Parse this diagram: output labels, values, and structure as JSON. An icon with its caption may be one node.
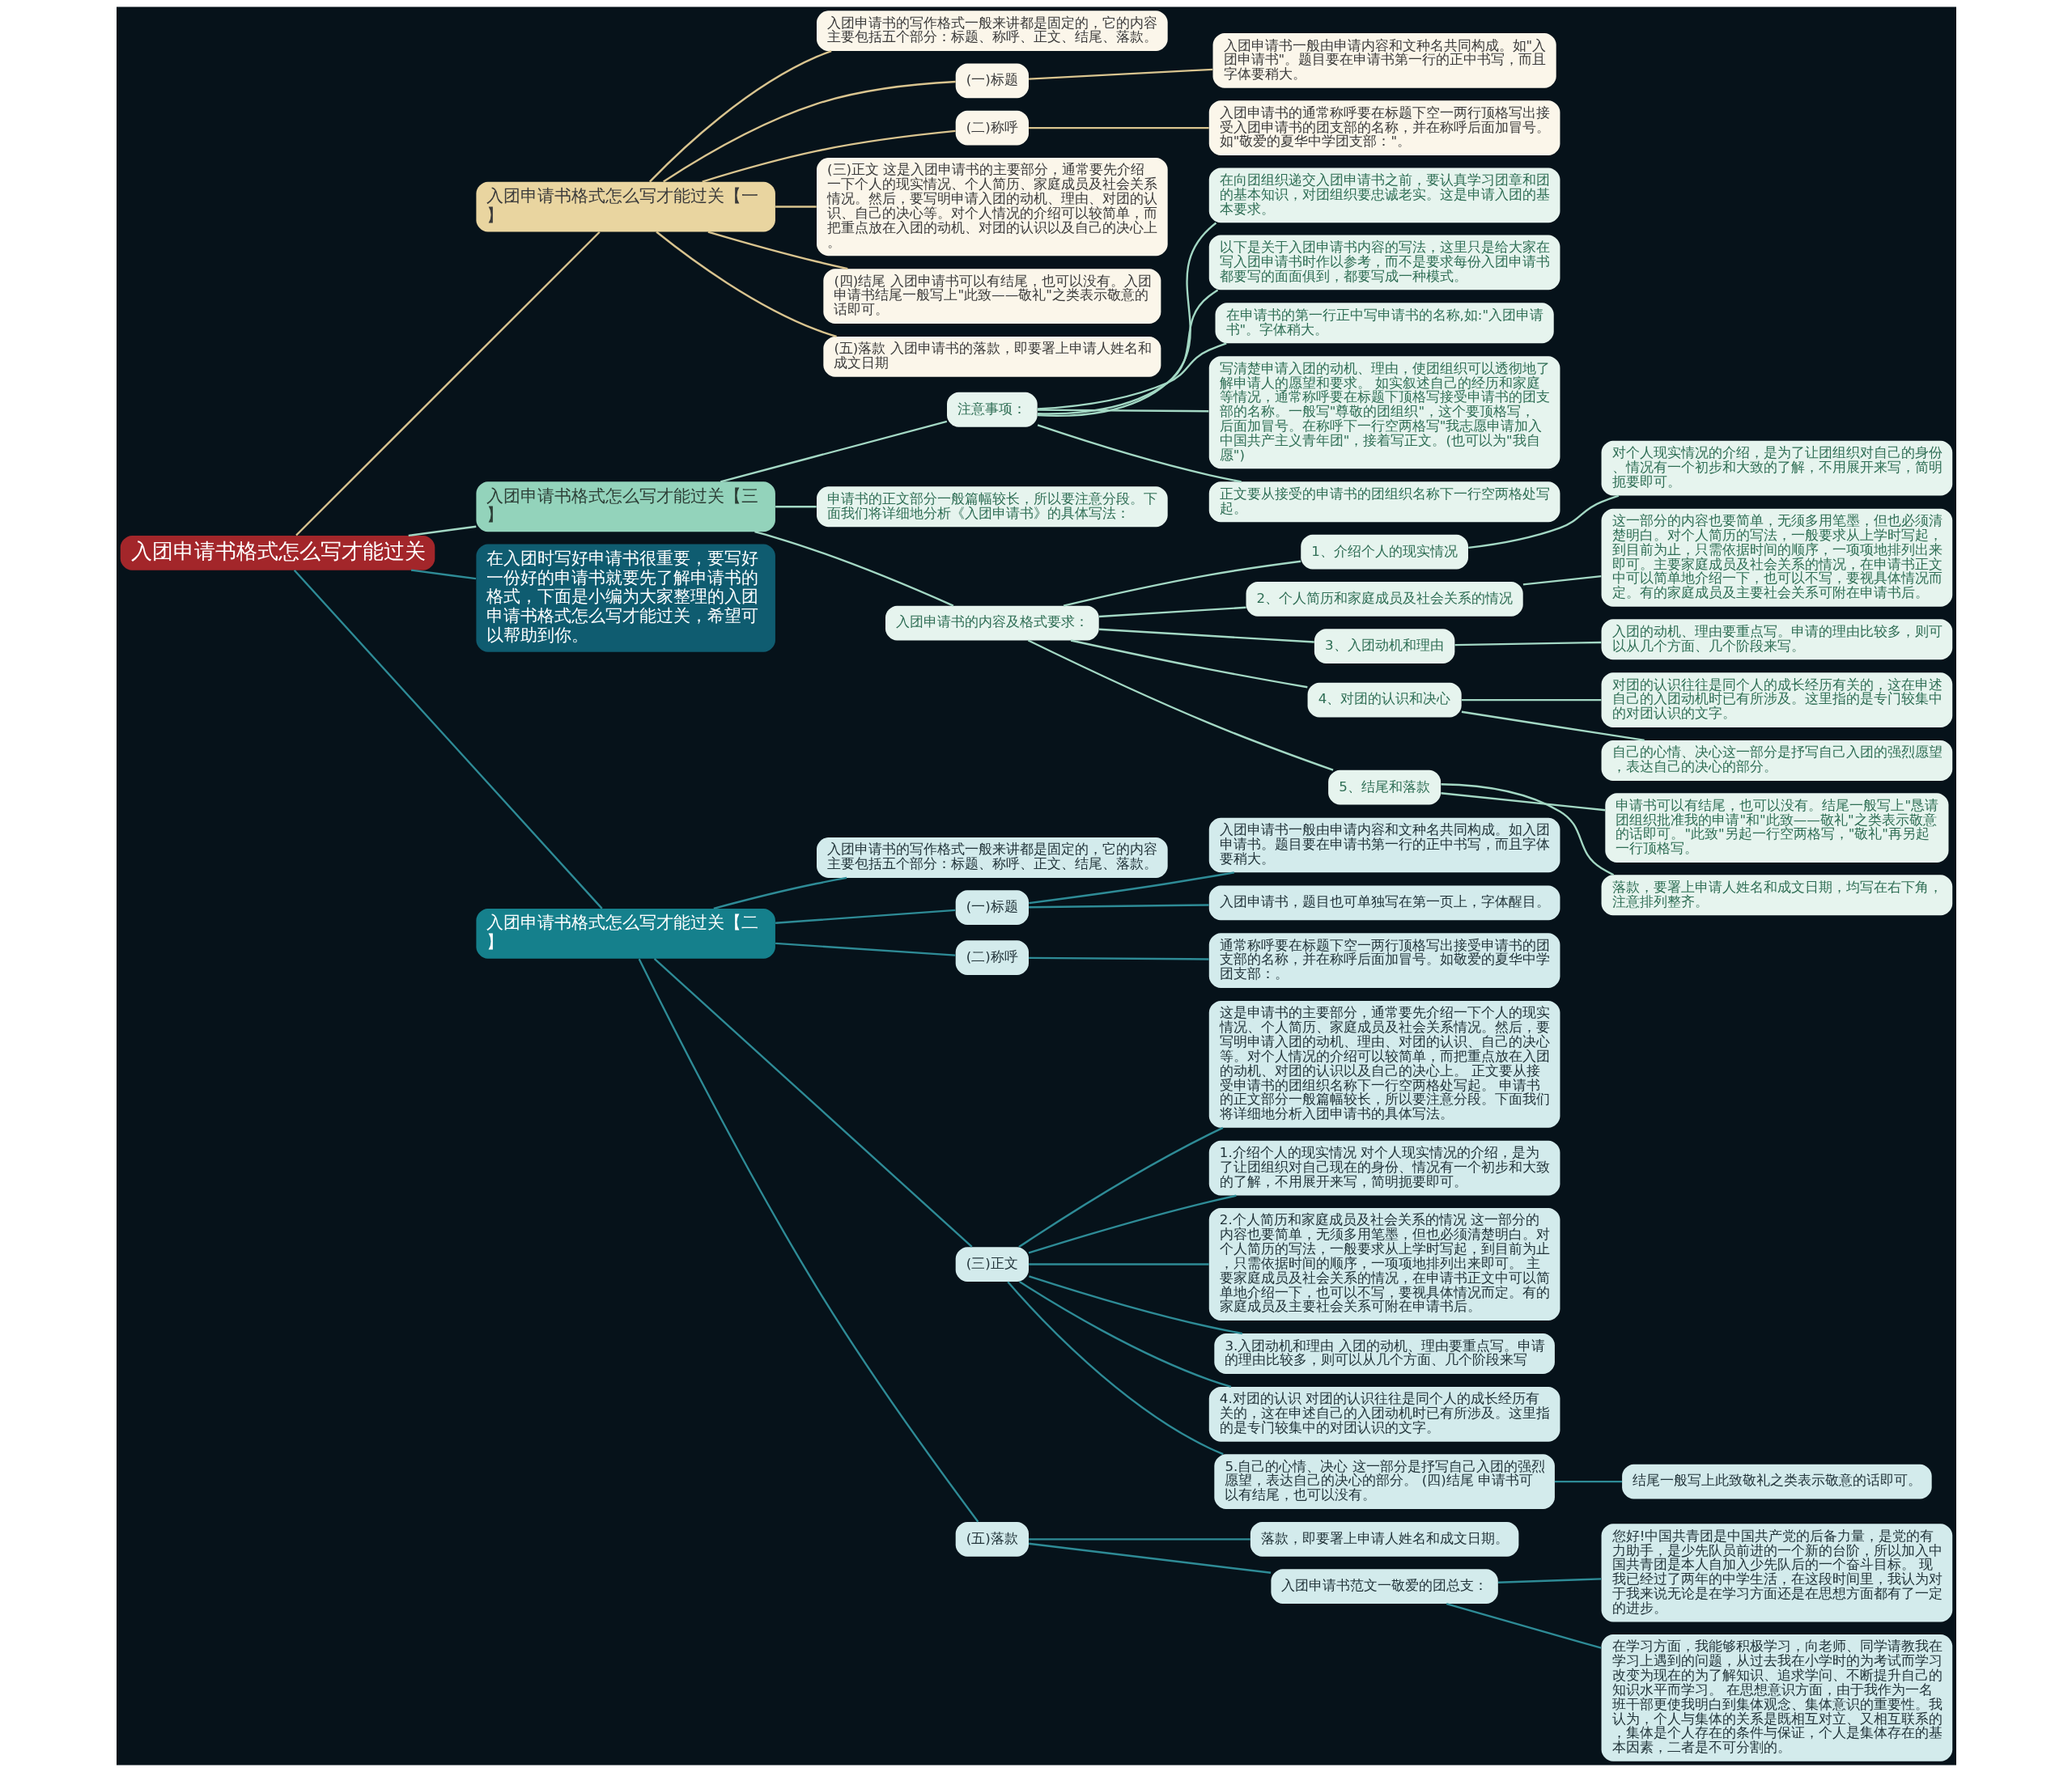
{
  "diagram": {
    "nodes": [
      {
        "text": [
          "入团申请书格式怎么写才能过关"
        ]
      },
      {
        "text": [
          "入团申请书格式怎么写才能过关【一】"
        ]
      },
      {
        "text": [
          "入团申请书的写作格式一般来讲都是固定的，它的内容主要包括五个部分：标题、称呼、正文、结尾、落款。"
        ]
      },
      {
        "text": [
          "(一)标题"
        ]
      },
      {
        "text": [
          "入团申请书一般由申请内容和文种名共同构成。如\"入团申请书\"。题目要在申请书第一行的正中书写，而且字体要稍大。"
        ]
      },
      {
        "text": [
          "(二)称呼"
        ]
      },
      {
        "text": [
          "入团申请书的通常称呼要在标题下空一两行顶格写出接受入团申请书的团支部的名称，并在称呼后面加冒号。如\"敬爱的夏华中学团支部：\"。"
        ]
      },
      {
        "text": [
          "(三)正文 这是入团申请书的主要部分，通常要先介绍一下个人的现实情况、个人简历、家庭成员及社会关系情况。然后，要写明申请入团的动机、理由、对团的认识、自己的决心等。对个人情况的介绍可以较简单，而把重点放在入团的动机、对团的认识以及自己的决心上。"
        ]
      },
      {
        "text": [
          "(四)结尾 入团申请书可以有结尾，也可以没有。入团申请书结尾一般写上\"此致——敬礼\"之类表示敬意的话即可。"
        ]
      },
      {
        "text": [
          "(五)落款 入团申请书的落款，即要署上申请人姓名和成文日期"
        ]
      },
      {
        "text": [
          "入团申请书格式怎么写才能过关【三】"
        ]
      },
      {
        "text": [
          "注意事项："
        ]
      },
      {
        "text": [
          "在向团组织递交入团申请书之前，要认真学习团章和团的基本知识，对团组织要忠诚老实。这是申请入团的基本要求。"
        ]
      },
      {
        "text": [
          "以下是关于入团申请书内容的写法，这里只是给大家在写入团申请书时作以参考，而不是要求每份入团申请书都要写的面面俱到，都要写成一种模式。"
        ]
      },
      {
        "text": [
          "在申请书的第一行正中写申请书的名称,如:\"入团申请书\"。字体稍大。"
        ]
      },
      {
        "text": [
          "写清楚申请入团的动机、理由，使团组织可以透彻地了解申请人的愿望和要求。 如实叙述自己的经历和家庭等情况，通常称呼要在标题下顶格写接受申请书的团支部的名称。一般写\"尊敬的团组织\"，这个要顶格写，后面加冒号。在称呼下一行空两格写\"我志愿申请加入中国共产主义青年团\"，接着写正文。(也可以为\"我自愿\")"
        ]
      },
      {
        "text": [
          "正文要从接受的申请书的团组织名称下一行空两格处写起。"
        ]
      },
      {
        "text": [
          "申请书的正文部分一般篇幅较长，所以要注意分段。下面我们将详细地分析《入团申请书》的具体写法："
        ]
      },
      {
        "text": [
          "入团申请书的内容及格式要求："
        ]
      },
      {
        "text": [
          "1、介绍个人的现实情况"
        ]
      },
      {
        "text": [
          "对个人现实情况的介绍，是为了让团组织对自己的身份、情况有一个初步和大致的了解，不用展开来写，简明扼要即可。"
        ]
      },
      {
        "text": [
          "2、个人简历和家庭成员及社会关系的情况"
        ]
      },
      {
        "text": [
          "这一部分的内容也要简单，无须多用笔墨，但也必须清楚明白。对个人简历的写法，一般要求从上学时写起，到目前为止，只需依据时间的顺序，一项项地排列出来即可。主要家庭成员及社会关系的情况，在申请书正文中可以简单地介绍一下，也可以不写，要视具体情况而定。有的家庭成员及主要社会关系可附在申请书后。"
        ]
      },
      {
        "text": [
          "3、入团动机和理由"
        ]
      },
      {
        "text": [
          "入团的动机、理由要重点写。申请的理由比较多，则可以从几个方面、几个阶段来写。"
        ]
      },
      {
        "text": [
          "4、对团的认识和决心"
        ]
      },
      {
        "text": [
          "对团的认识往往是同个人的成长经历有关的，这在申述自己的入团动机时已有所涉及。这里指的是专门较集中的对团认识的文字。"
        ]
      },
      {
        "text": [
          "自己的心情、决心这一部分是抒写自己入团的强烈愿望，表达自己的决心的部分。"
        ]
      },
      {
        "text": [
          "5、结尾和落款"
        ]
      },
      {
        "text": [
          "申请书可以有结尾，也可以没有。结尾一般写上\"恳请团组织批准我的申请\"和\"此致——敬礼\"之类表示敬意的话即可。\"此致\"另起一行空两格写，\"敬礼\"再另起一行顶格写。"
        ]
      },
      {
        "text": [
          "落款，要署上申请人姓名和成文日期，均写在右下角，注意排列整齐。"
        ]
      },
      {
        "text": [
          "在入团时写好申请书很重要，要写好一份好的申请书就要先了解申请书的格式，下面是小编为大家整理的入团申请书格式怎么写才能过关，希望可以帮助到你。"
        ]
      },
      {
        "text": [
          "入团申请书格式怎么写才能过关【二】"
        ]
      },
      {
        "text": [
          "入团申请书的写作格式一般来讲都是固定的，它的内容主要包括五个部分：标题、称呼、正文、结尾、落款。"
        ]
      },
      {
        "text": [
          "(一)标题"
        ]
      },
      {
        "text": [
          "入团申请书一般由申请内容和文种名共同构成。如入团申请书。题目要在申请书第一行的正中书写，而且字体要稍大。"
        ]
      },
      {
        "text": [
          "入团申请书，题目也可单独写在第一页上，字体醒目。"
        ]
      },
      {
        "text": [
          "(二)称呼"
        ]
      },
      {
        "text": [
          "通常称呼要在标题下空一两行顶格写出接受申请书的团支部的名称，并在称呼后面加冒号。如敬爱的夏华中学团支部：。"
        ]
      },
      {
        "text": [
          "(三)正文"
        ]
      },
      {
        "text": [
          "这是申请书的主要部分，通常要先介绍一下个人的现实情况、个人简历、家庭成员及社会关系情况。然后，要写明申请入团的动机、理由、对团的认识、自己的决心等。对个人情况的介绍可以较简单，而把重点放在入团的动机、对团的认识以及自己的决心上。 正文要从接受申请书的团组织名称下一行空两格处写起。 申请书的正文部分一般篇幅较长，所以要注意分段。下面我们将详细地分析入团申请书的具体写法。"
        ]
      },
      {
        "text": [
          "1.介绍个人的现实情况 对个人现实情况的介绍，是为了让团组织对自己现在的身份、情况有一个初步和大致的了解，不用展开来写，简明扼要即可。"
        ]
      },
      {
        "text": [
          "2.个人简历和家庭成员及社会关系的情况 这一部分的内容也要简单，无须多用笔墨，但也必须清楚明白。对个人简历的写法，一般要求从上学时写起，到目前为止，只需依据时间的顺序，一项项地排列出来即可。 主要家庭成员及社会关系的情况，在申请书正文中可以简单地介绍一下，也可以不写，要视具体情况而定。有的家庭成员及主要社会关系可附在申请书后。"
        ]
      },
      {
        "text": [
          "3.入团动机和理由 入团的动机、理由要重点写。申请的理由比较多，则可以从几个方面、几个阶段来写"
        ]
      },
      {
        "text": [
          "4.对团的认识 对团的认识往往是同个人的成长经历有关的，这在申述自己的入团动机时已有所涉及。这里指的是专门较集中的对团认识的文字。"
        ]
      },
      {
        "text": [
          "5.自己的心情、决心 这一部分是抒写自己入团的强烈愿望，表达自己的决心的部分。 (四)结尾 申请书可以有结尾，也可以没有。"
        ]
      },
      {
        "text": [
          "结尾一般写上此致敬礼之类表示敬意的话即可。"
        ]
      },
      {
        "text": [
          "(五)落款"
        ]
      },
      {
        "text": [
          "落款，即要署上申请人姓名和成文日期。"
        ]
      },
      {
        "text": [
          "入团申请书范文一敬爱的团总支："
        ]
      },
      {
        "text": [
          "您好!中国共青团是中国共产党的后备力量，是党的有力助手，是少先队员前进的一个新的台阶，所以加入中国共青团是本人自加入少先队后的一个奋斗目标。 现我已经过了两年的中学生活，在这段时间里，我认为对于我来说无论是在学习方面还是在思想方面都有了一定的进步。"
        ]
      },
      {
        "text": [
          "在学习方面，我能够积极学习，向老师、同学请教我在学习上遇到的问题，从过去我在小学时的为考试而学习改变为现在的为了解知识、追求学问、不断提升自己的知识水平而学习。 在思想意识方面，由于我作为一名班干部更使我明白到集体观念、集体意识的重要性。我认为，个人与集体的关系是既相互对立、又相互联系的，集体是个人存在的条件与保证，个人是集体存在的基本因素，二者是不可分割的。"
        ]
      }
    ],
    "edges": [
      {
        "from": 0,
        "to": 1,
        "arrow": "none",
        "color": "#d9c48f"
      },
      {
        "from": 1,
        "to": 2,
        "arrow": "none",
        "color": "#d9c48f"
      },
      {
        "from": 1,
        "to": 3,
        "arrow": "none",
        "color": "#d9c48f"
      },
      {
        "from": 3,
        "to": 4,
        "arrow": "none",
        "color": "#d9c48f"
      },
      {
        "from": 1,
        "to": 5,
        "arrow": "none",
        "color": "#d9c48f"
      },
      {
        "from": 5,
        "to": 6,
        "arrow": "none",
        "color": "#d9c48f"
      },
      {
        "from": 1,
        "to": 7,
        "arrow": "none",
        "color": "#d9c48f"
      },
      {
        "from": 1,
        "to": 8,
        "arrow": "none",
        "color": "#d9c48f"
      },
      {
        "from": 1,
        "to": 9,
        "arrow": "none",
        "color": "#d9c48f"
      },
      {
        "from": 0,
        "to": 10,
        "arrow": "none",
        "color": "#a3d8c4"
      },
      {
        "from": 10,
        "to": 11,
        "arrow": "none",
        "color": "#a3d8c4"
      },
      {
        "from": 11,
        "to": 12,
        "arrow": "none",
        "color": "#a3d8c4"
      },
      {
        "from": 11,
        "to": 13,
        "arrow": "none",
        "color": "#a3d8c4"
      },
      {
        "from": 11,
        "to": 14,
        "arrow": "none",
        "color": "#a3d8c4"
      },
      {
        "from": 11,
        "to": 15,
        "arrow": "none",
        "color": "#a3d8c4"
      },
      {
        "from": 11,
        "to": 16,
        "arrow": "none",
        "color": "#a3d8c4"
      },
      {
        "from": 10,
        "to": 17,
        "arrow": "none",
        "color": "#a3d8c4"
      },
      {
        "from": 10,
        "to": 18,
        "arrow": "none",
        "color": "#a3d8c4"
      },
      {
        "from": 18,
        "to": 19,
        "arrow": "none",
        "color": "#a3d8c4"
      },
      {
        "from": 19,
        "to": 20,
        "arrow": "none",
        "color": "#a3d8c4"
      },
      {
        "from": 18,
        "to": 21,
        "arrow": "none",
        "color": "#a3d8c4"
      },
      {
        "from": 21,
        "to": 22,
        "arrow": "none",
        "color": "#a3d8c4"
      },
      {
        "from": 18,
        "to": 23,
        "arrow": "none",
        "color": "#a3d8c4"
      },
      {
        "from": 23,
        "to": 24,
        "arrow": "none",
        "color": "#a3d8c4"
      },
      {
        "from": 18,
        "to": 25,
        "arrow": "none",
        "color": "#a3d8c4"
      },
      {
        "from": 25,
        "to": 26,
        "arrow": "none",
        "color": "#a3d8c4"
      },
      {
        "from": 25,
        "to": 27,
        "arrow": "none",
        "color": "#a3d8c4"
      },
      {
        "from": 18,
        "to": 28,
        "arrow": "none",
        "color": "#a3d8c4"
      },
      {
        "from": 28,
        "to": 29,
        "arrow": "none",
        "color": "#a3d8c4"
      },
      {
        "from": 28,
        "to": 30,
        "arrow": "none",
        "color": "#a3d8c4"
      },
      {
        "from": 0,
        "to": 31,
        "arrow": "none",
        "color": "#2e8b96"
      },
      {
        "from": 0,
        "to": 32,
        "arrow": "none",
        "color": "#2e8b96"
      },
      {
        "from": 32,
        "to": 33,
        "arrow": "none",
        "color": "#2e8b96"
      },
      {
        "from": 32,
        "to": 34,
        "arrow": "none",
        "color": "#2e8b96"
      },
      {
        "from": 34,
        "to": 35,
        "arrow": "none",
        "color": "#2e8b96"
      },
      {
        "from": 34,
        "to": 36,
        "arrow": "none",
        "color": "#2e8b96"
      },
      {
        "from": 32,
        "to": 37,
        "arrow": "none",
        "color": "#2e8b96"
      },
      {
        "from": 37,
        "to": 38,
        "arrow": "none",
        "color": "#2e8b96"
      },
      {
        "from": 32,
        "to": 39,
        "arrow": "none",
        "color": "#2e8b96"
      },
      {
        "from": 39,
        "to": 40,
        "arrow": "none",
        "color": "#2e8b96"
      },
      {
        "from": 39,
        "to": 41,
        "arrow": "none",
        "color": "#2e8b96"
      },
      {
        "from": 39,
        "to": 42,
        "arrow": "none",
        "color": "#2e8b96"
      },
      {
        "from": 39,
        "to": 43,
        "arrow": "none",
        "color": "#2e8b96"
      },
      {
        "from": 39,
        "to": 44,
        "arrow": "none",
        "color": "#2e8b96"
      },
      {
        "from": 39,
        "to": 45,
        "arrow": "none",
        "color": "#2e8b96"
      },
      {
        "from": 45,
        "to": 46,
        "arrow": "none",
        "color": "#2e8b96"
      },
      {
        "from": 32,
        "to": 47,
        "arrow": "none",
        "color": "#2e8b96"
      },
      {
        "from": 47,
        "to": 48,
        "arrow": "none",
        "color": "#2e8b96"
      },
      {
        "from": 47,
        "to": 49,
        "arrow": "none",
        "color": "#2e8b96"
      },
      {
        "from": 49,
        "to": 50,
        "arrow": "none",
        "color": "#2e8b96"
      },
      {
        "from": 49,
        "to": 51,
        "arrow": "none",
        "color": "#2e8b96"
      }
    ]
  }
}
